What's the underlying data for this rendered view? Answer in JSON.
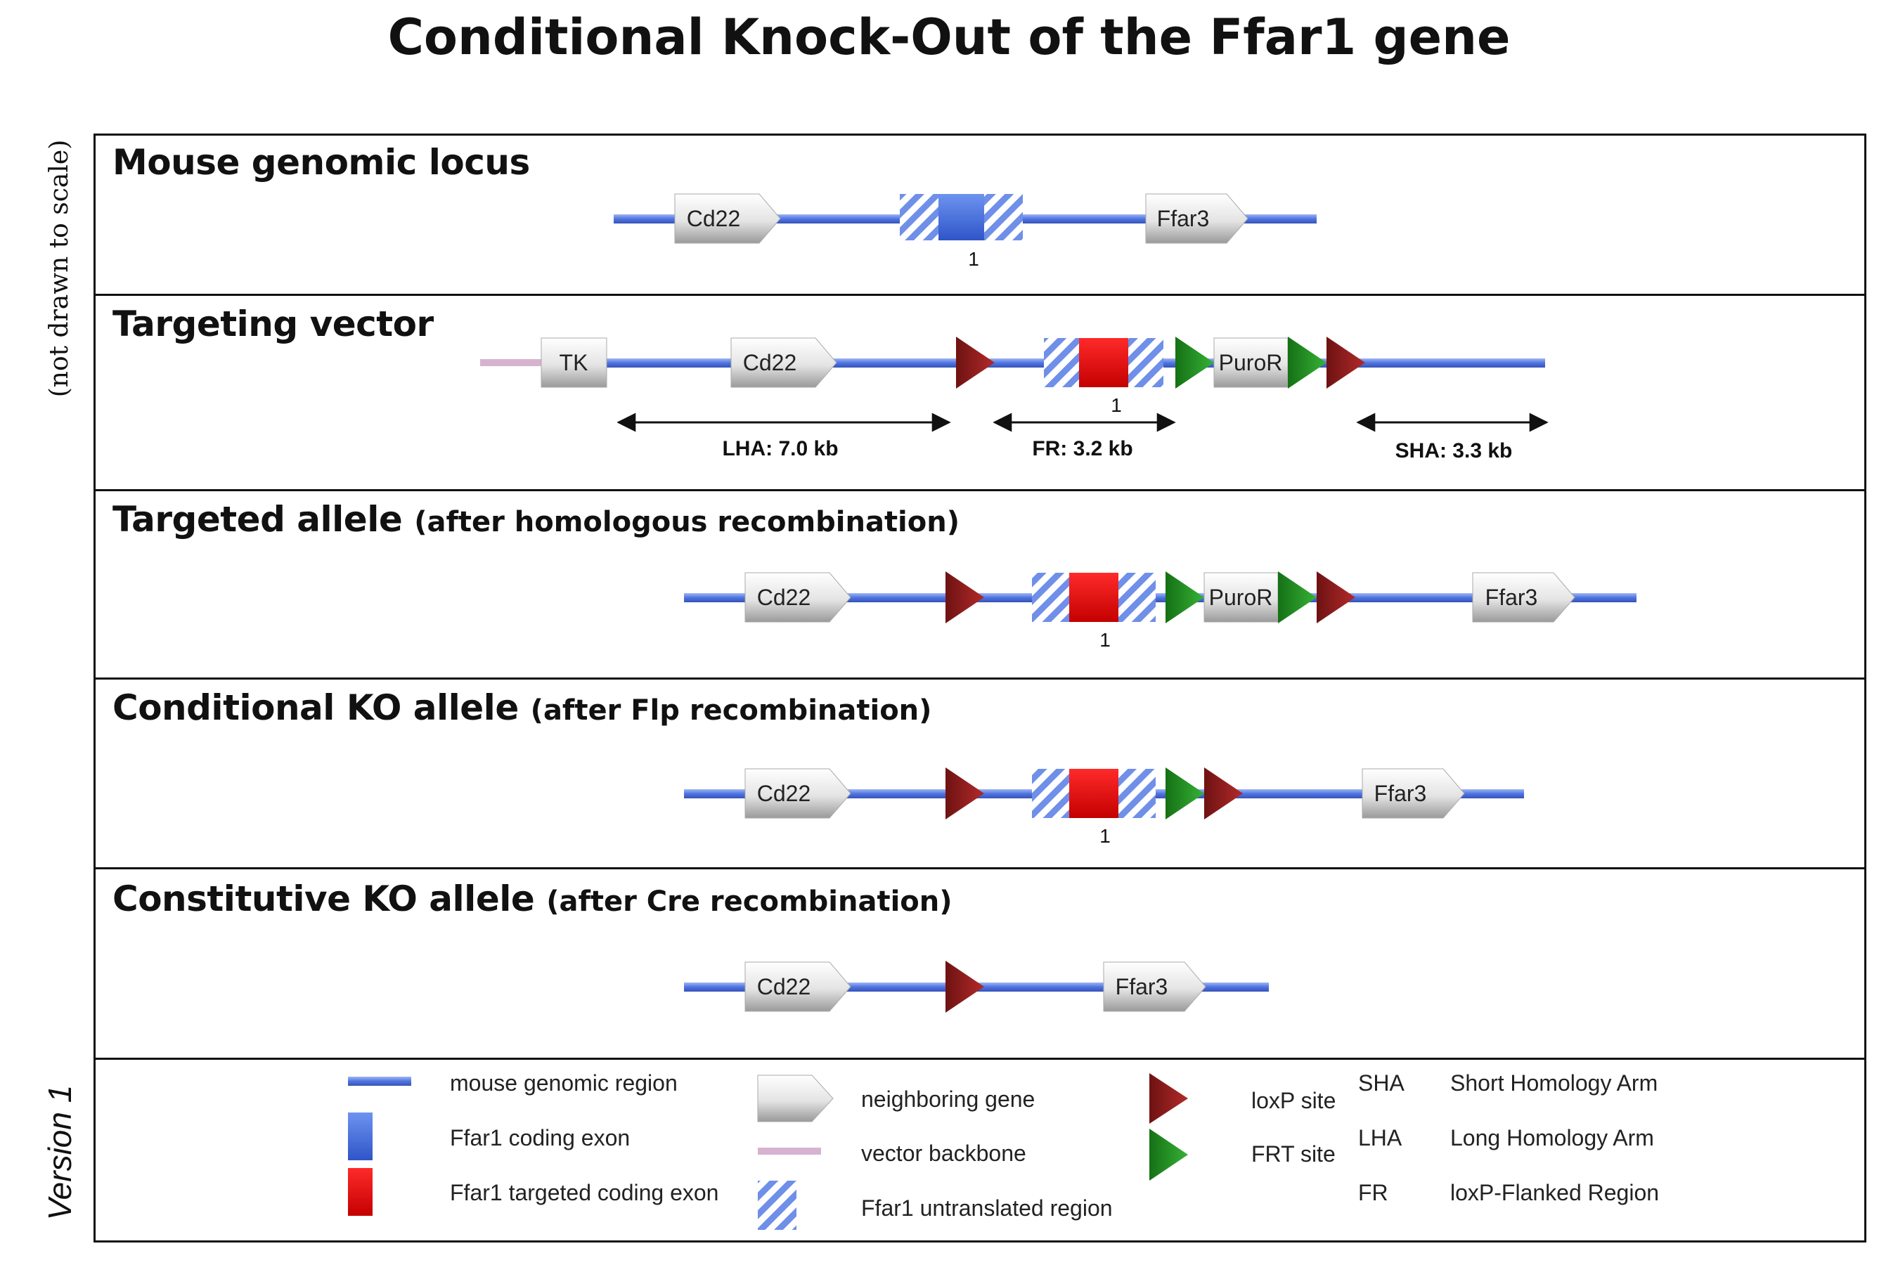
{
  "title": "Conditional Knock-Out of the Ffar1 gene",
  "side_note": "(not drawn to scale)",
  "version": "Version 1",
  "panels": [
    {
      "title": "Mouse genomic locus",
      "subtitle": ""
    },
    {
      "title": "Targeting vector",
      "subtitle": ""
    },
    {
      "title": "Targeted allele",
      "subtitle": "(after homologous recombination)"
    },
    {
      "title": "Conditional KO allele",
      "subtitle": "(after Flp recombination)"
    },
    {
      "title": "Constitutive KO allele",
      "subtitle": "(after Cre recombination)"
    }
  ],
  "genes": {
    "cd22": "Cd22",
    "ffar3": "Ffar3",
    "tk": "TK",
    "puror": "PuroR"
  },
  "exon_number": "1",
  "arms": {
    "lha": "LHA: 7.0 kb",
    "fr": "FR: 3.2 kb",
    "sha": "SHA: 3.3 kb"
  },
  "legend": {
    "genomic": "mouse genomic region",
    "coding": "Ffar1 coding exon",
    "targeted": "Ffar1 targeted coding exon",
    "neighbor": "neighboring gene",
    "backbone": "vector backbone",
    "utr": "Ffar1 untranslated region",
    "loxp": "loxP site",
    "frt": "FRT site",
    "abbrev": [
      {
        "abbr": "SHA",
        "full": "Short Homology Arm"
      },
      {
        "abbr": "LHA",
        "full": "Long Homology Arm"
      },
      {
        "abbr": "FR",
        "full": "loxP-Flanked Region"
      }
    ]
  },
  "colors": {
    "genomic": "#5b7fe6",
    "coding": "#3a67dd",
    "targeted": "#e61010",
    "loxp": "#8b1a1a",
    "frt": "#1f8f1f",
    "backbone": "#d7b3d0"
  }
}
